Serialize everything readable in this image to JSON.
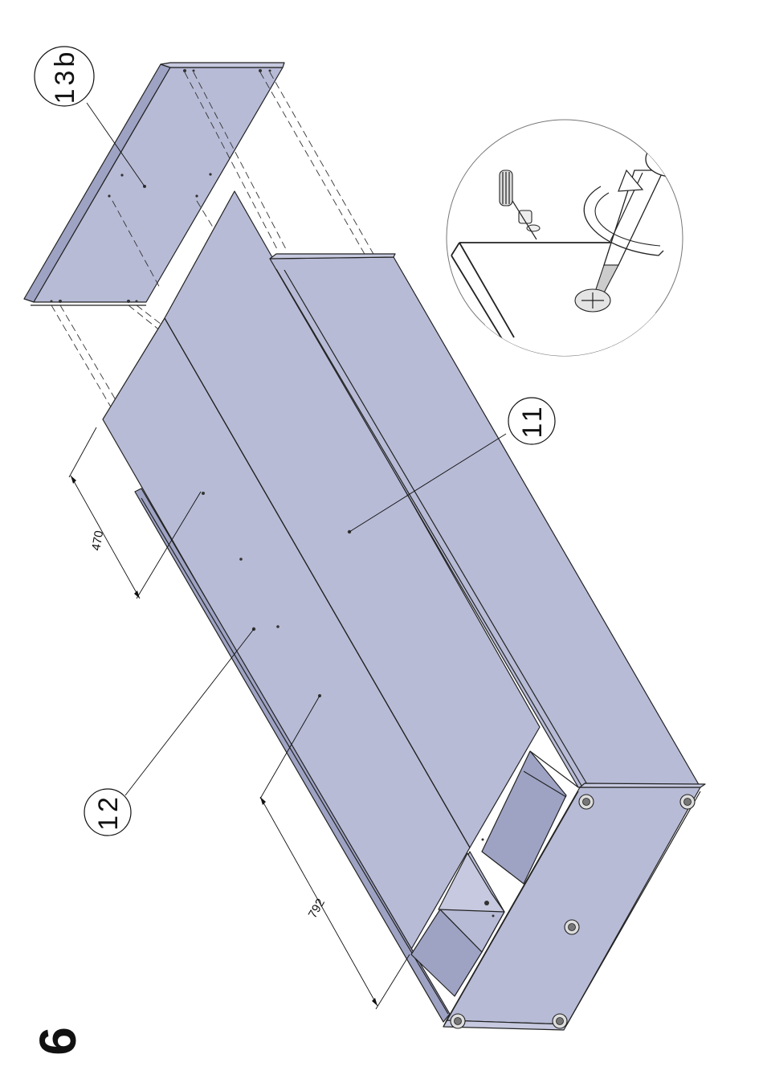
{
  "step": {
    "number": "6"
  },
  "callouts": {
    "part_13b": "13b",
    "part_11": "11",
    "part_12": "12"
  },
  "dimensions": {
    "width_470": "470",
    "length_792": "792"
  },
  "colors": {
    "panel": "#b7bbd6",
    "outline": "#222222",
    "background": "#ffffff"
  },
  "icons": [
    "screw-icon",
    "screwdriver-icon",
    "rotation-arrow-icon",
    "foot-icon"
  ]
}
